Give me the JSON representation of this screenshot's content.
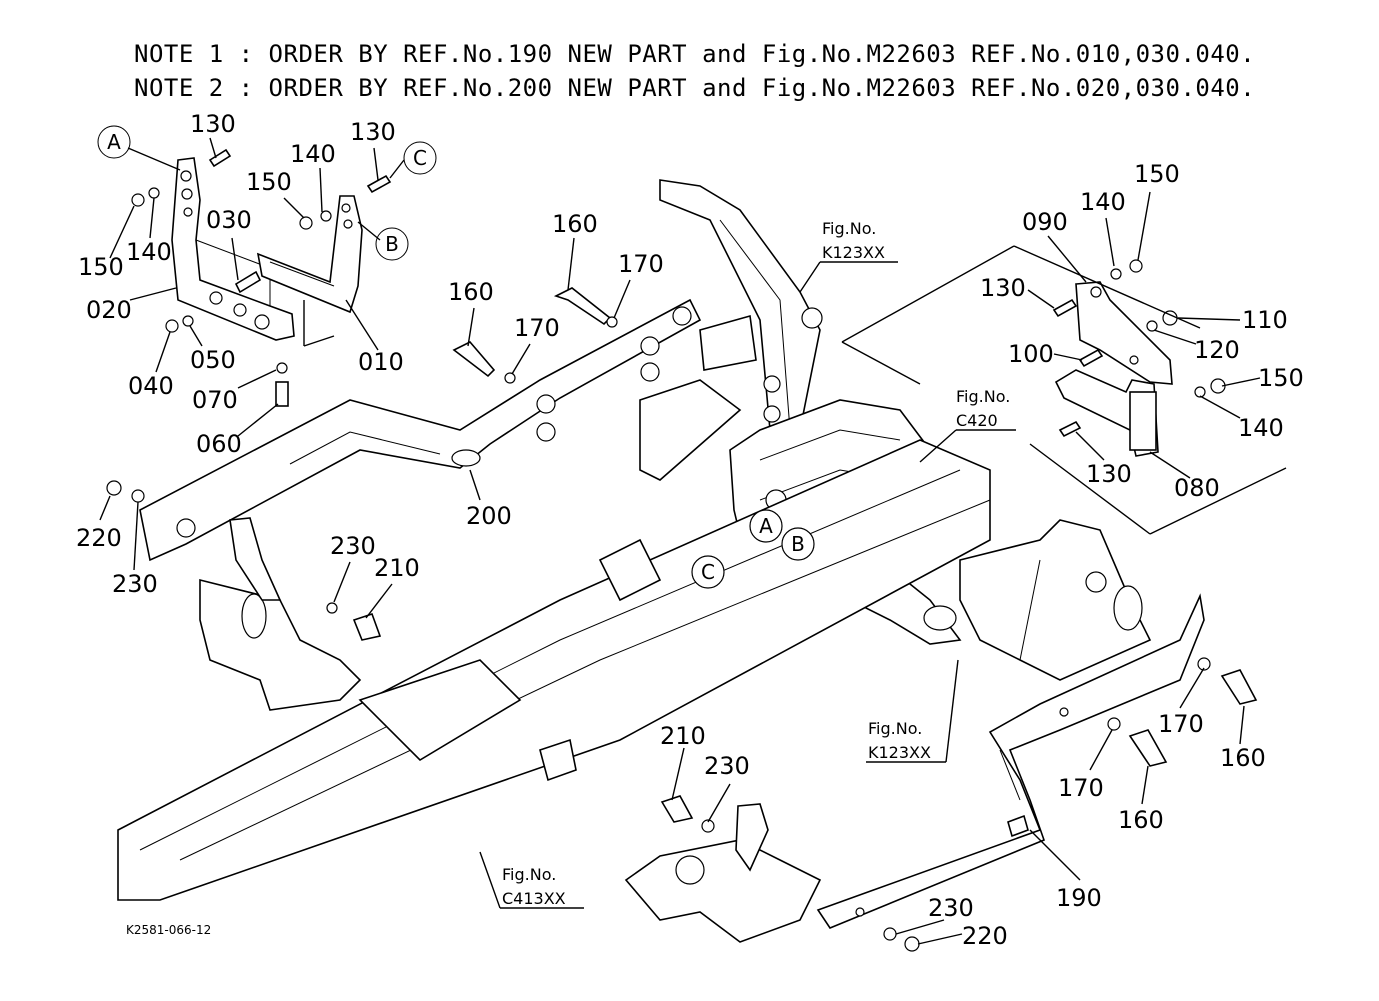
{
  "notes": {
    "note1": "NOTE 1 : ORDER BY REF.No.190 NEW PART and Fig.No.M22603 REF.No.010,030.040.",
    "note2": "NOTE 2 : ORDER BY REF.No.200 NEW PART and Fig.No.M22603 REF.No.020,030.040."
  },
  "circle_labels": [
    "A",
    "B",
    "C",
    "A",
    "B",
    "C"
  ],
  "callouts": [
    "130",
    "150",
    "140",
    "030",
    "020",
    "040",
    "050",
    "070",
    "060",
    "010",
    "130",
    "140",
    "150",
    "C",
    "B",
    "160",
    "170",
    "160",
    "170",
    "200",
    "220",
    "230",
    "230",
    "210",
    "090",
    "140",
    "150",
    "130",
    "110",
    "120",
    "100",
    "150",
    "140",
    "130",
    "080",
    "170",
    "160",
    "170",
    "160",
    "210",
    "230",
    "190",
    "230",
    "220"
  ],
  "fig_refs": [
    "Fig.No.",
    "K123XX",
    "Fig.No.",
    "C420",
    "Fig.No.",
    "K123XX",
    "Fig.No.",
    "C413XX"
  ],
  "footer": {
    "drawing_id": "K2581-066-12"
  }
}
